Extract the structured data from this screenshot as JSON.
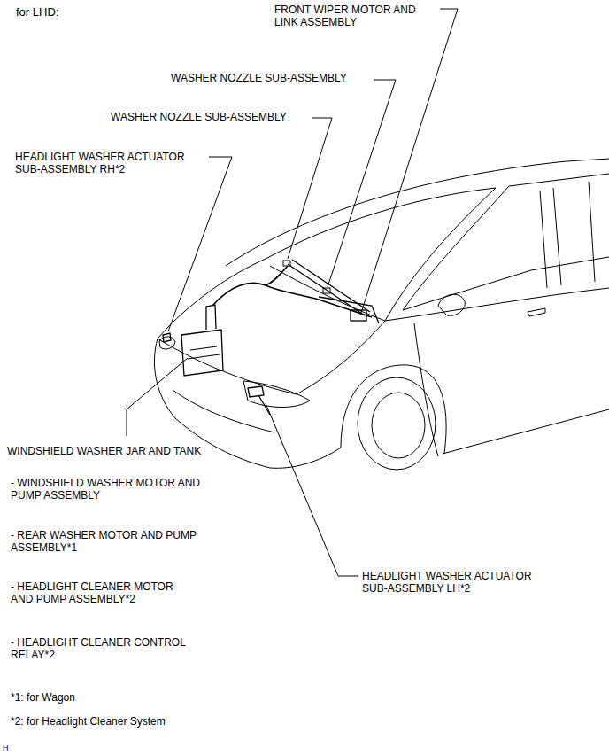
{
  "diagram": {
    "labels": [
      "for LHD:",
      "FRONT WIPER MOTOR AND LINK ASSEMBLY",
      "WASHER NOZZLE SUB-ASSEMBLY",
      "WASHER NOZZLE SUB-ASSEMBLY",
      "HEADLIGHT WASHER ACTUATOR SUB-ASSEMBLY RH*2",
      "WINDSHIELD WASHER JAR AND TANK",
      "- WINDSHIELD WASHER MOTOR AND PUMP ASSEMBLY",
      "- REAR WASHER MOTOR AND PUMP ASSEMBLY*1",
      "- HEADLIGHT CLEANER MOTOR AND PUMP ASSEMBLY*2",
      "- HEADLIGHT CLEANER CONTROL RELAY*2",
      "HEADLIGHT WASHER ACTUATOR SUB-ASSEMBLY LH*2",
      "*1: for Wagon",
      "*2: for Headlight Cleaner System",
      "H"
    ]
  }
}
